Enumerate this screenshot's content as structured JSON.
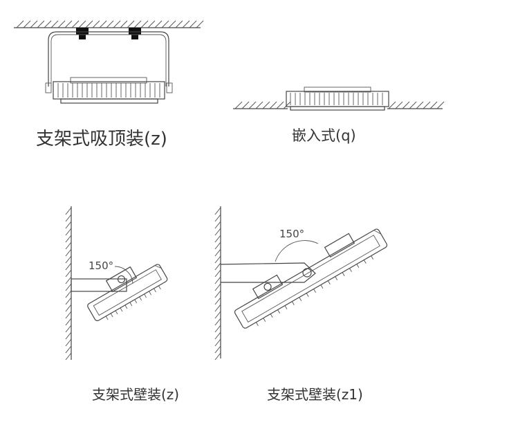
{
  "diagrams": {
    "ceiling_mount": {
      "caption": "支架式吸顶装(z)"
    },
    "recessed": {
      "caption": "嵌入式(q)"
    },
    "wall_mount": {
      "caption": "支架式壁装(z)",
      "angle_label": "150°"
    },
    "wall_mount_extended": {
      "caption": "支架式壁装(z1)",
      "angle_label": "150°"
    }
  },
  "colors": {
    "line": "#444444",
    "text": "#333333",
    "fill": "#000000"
  }
}
